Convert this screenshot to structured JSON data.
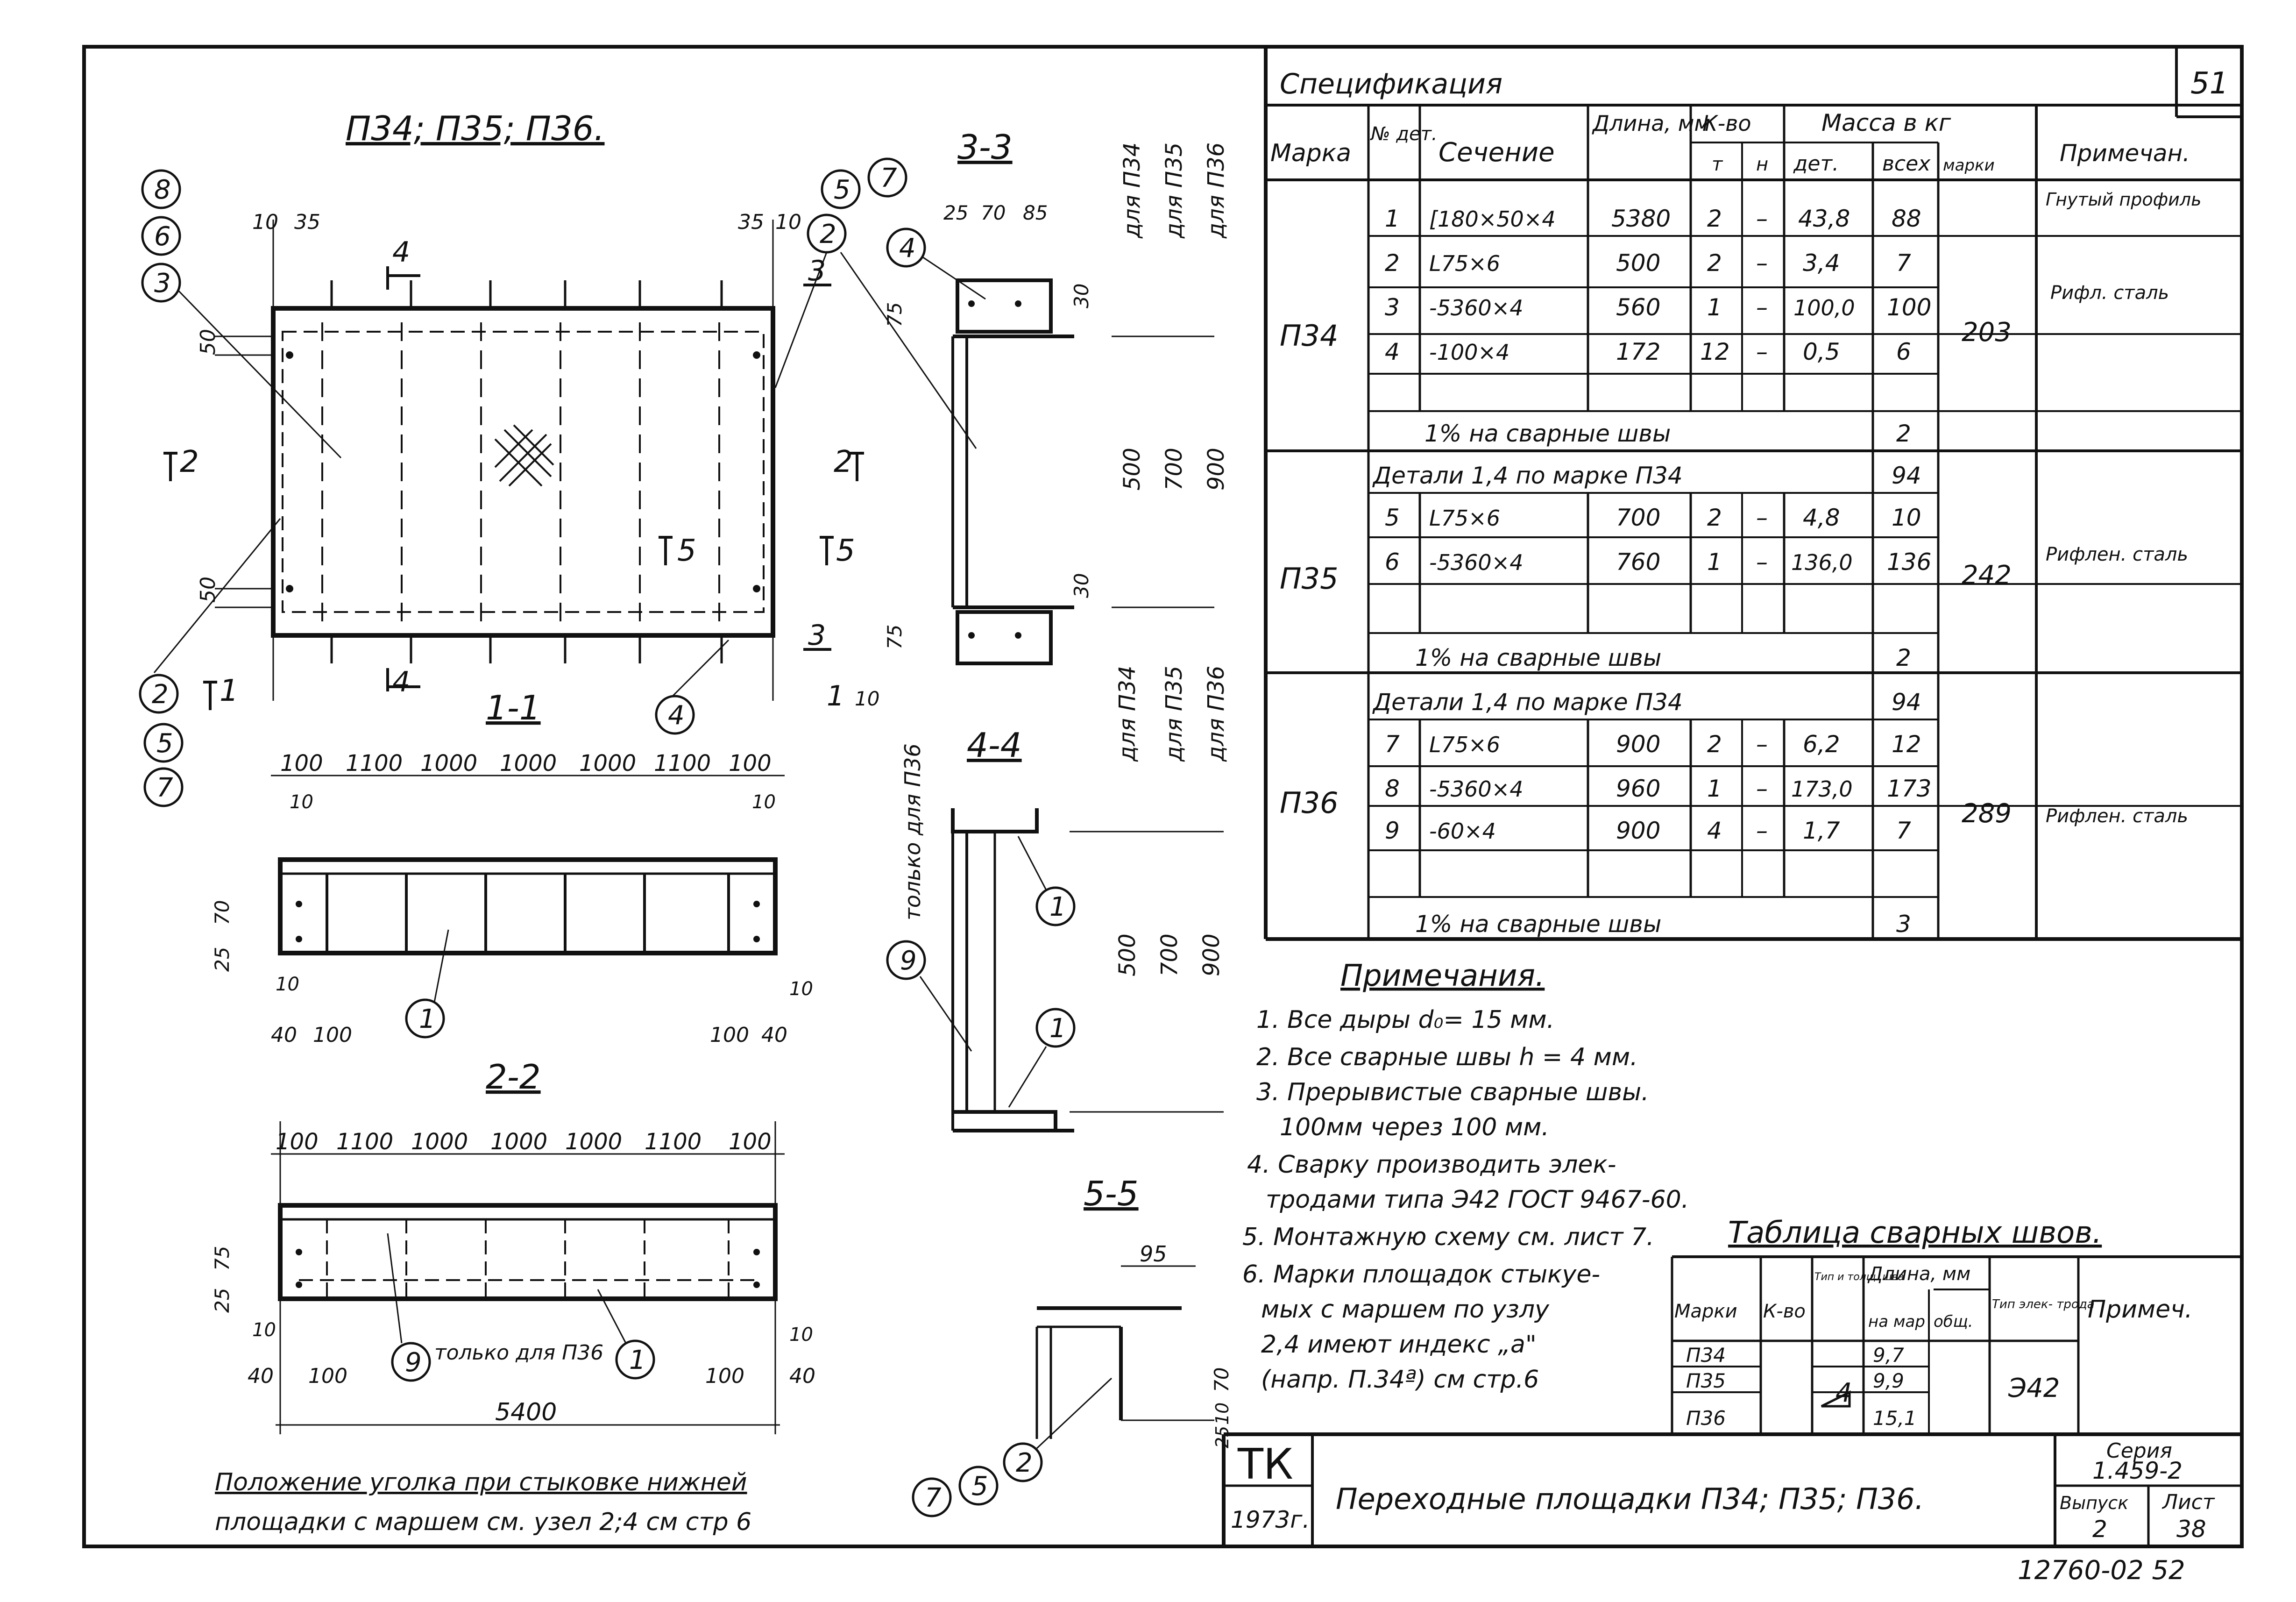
{
  "page_number": "51",
  "footer_code": "12760-02 52",
  "drawing": {
    "title": "П34; П35; П36.",
    "sec33": "3-3",
    "sec11": "1-1",
    "sec22": "2-2",
    "sec44": "4-4",
    "sec55": "5-5",
    "sec_marks": {
      "m2": "2",
      "m5": "5",
      "m1": "1",
      "m3": "3",
      "m4": "4"
    },
    "callouts": {
      "c1": "1",
      "c2": "2",
      "c3": "3",
      "c4": "4",
      "c5": "5",
      "c6": "6",
      "c7": "7",
      "c8": "8",
      "c9": "9"
    },
    "dims_plan": {
      "d10": "10",
      "d35": "35",
      "d50": "50"
    },
    "dims_33": {
      "d25": "25",
      "d70": "70",
      "d85": "85",
      "d30": "30",
      "d75": "75",
      "d500": "500",
      "d700": "700",
      "d900": "900",
      "d10": "10"
    },
    "dims_11": [
      "100",
      "1100",
      "1000",
      "1000",
      "1000",
      "1100",
      "100"
    ],
    "dims_11_other": {
      "d10": "10",
      "d25": "25",
      "d70": "70",
      "d40": "40",
      "d100": "100"
    },
    "dims_22": [
      "100",
      "1100",
      "1000",
      "1000",
      "1000",
      "1100",
      "100"
    ],
    "dims_22_other": {
      "d25": "25",
      "d75": "75",
      "d10": "10",
      "d40": "40",
      "d100": "100",
      "total": "5400"
    },
    "for_p34": "для П34",
    "for_p35": "для П35",
    "for_p36": "для П36",
    "only_p36": "только для П36",
    "dims_55": {
      "d95": "95",
      "d70": "70",
      "d10": "10",
      "d25": "25"
    },
    "note_bottom_1": "Положение уголка при стыковке нижней",
    "note_bottom_2": "площадки с маршем см. узел 2;4 см стр 6"
  },
  "spec": {
    "title": "Спецификация",
    "headers": {
      "mark": "Марка",
      "det_no": "№ дет.",
      "section": "Сечение",
      "length": "Длина, мм",
      "qty": "К-во",
      "qty_t": "т",
      "qty_n": "н",
      "mass": "Масса в кг",
      "mass_det": "дет.",
      "mass_all": "всех",
      "mass_mark": "марки",
      "note": "Примечан."
    },
    "groups": [
      {
        "mark": "П34",
        "mark_mass": "203",
        "rows": [
          {
            "det": "1",
            "section": "[180×50×4",
            "length": "5380",
            "t": "2",
            "n": "–",
            "m_det": "43,8",
            "m_all": "88",
            "note": "Гнутый профиль"
          },
          {
            "det": "2",
            "section": "L75×6",
            "length": "500",
            "t": "2",
            "n": "–",
            "m_det": "3,4",
            "m_all": "7",
            "note": ""
          },
          {
            "det": "3",
            "section": "-5360×4",
            "length": "560",
            "t": "1",
            "n": "–",
            "m_det": "100,0",
            "m_all": "100",
            "note": "Рифл. сталь"
          },
          {
            "det": "4",
            "section": "-100×4",
            "length": "172",
            "t": "12",
            "n": "–",
            "m_det": "0,5",
            "m_all": "6",
            "note": ""
          }
        ],
        "welds": "1% на сварные швы",
        "welds_mass": "2"
      },
      {
        "mark": "П35",
        "mark_mass": "242",
        "header_row": "Детали 1,4 по марке П34",
        "header_mass": "94",
        "rows": [
          {
            "det": "5",
            "section": "L75×6",
            "length": "700",
            "t": "2",
            "n": "–",
            "m_det": "4,8",
            "m_all": "10",
            "note": ""
          },
          {
            "det": "6",
            "section": "-5360×4",
            "length": "760",
            "t": "1",
            "n": "–",
            "m_det": "136,0",
            "m_all": "136",
            "note": "Рифлен. сталь"
          }
        ],
        "welds": "1% на сварные швы",
        "welds_mass": "2"
      },
      {
        "mark": "П36",
        "mark_mass": "289",
        "header_row": "Детали 1,4 по марке П34",
        "header_mass": "94",
        "rows": [
          {
            "det": "7",
            "section": "L75×6",
            "length": "900",
            "t": "2",
            "n": "–",
            "m_det": "6,2",
            "m_all": "12",
            "note": ""
          },
          {
            "det": "8",
            "section": "-5360×4",
            "length": "960",
            "t": "1",
            "n": "–",
            "m_det": "173,0",
            "m_all": "173",
            "note": "Рифлен. сталь"
          },
          {
            "det": "9",
            "section": "-60×4",
            "length": "900",
            "t": "4",
            "n": "–",
            "m_det": "1,7",
            "m_all": "7",
            "note": ""
          }
        ],
        "welds": "1% на сварные швы",
        "welds_mass": "3"
      }
    ]
  },
  "notes": {
    "title": "Примечания.",
    "items": [
      "1. Все дыры d₀= 15 мм.",
      "2. Все сварные швы h = 4 мм.",
      "3. Прерывистые сварные швы.",
      "100мм через 100 мм.",
      "4. Сварку производить элек-",
      "тродами типа Э42 ГОСТ 9467-60.",
      "5. Монтажную схему см. лист 7.",
      "6. Марки площадок стыкуе-",
      "мых с маршем по узлу",
      "2,4 имеют индекс „а\"",
      "(напр. П.34ª) см стр.6"
    ]
  },
  "weld_table": {
    "title": "Таблица сварных швов.",
    "headers": {
      "mark": "Марки",
      "qty": "К-во",
      "type": "Тип и толщ. шва",
      "length": "Длина, мм",
      "len_one": "на мар",
      "len_total": "общ.",
      "electrode": "Тип элек- трода",
      "note": "Примеч."
    },
    "rows": [
      {
        "mark": "П34",
        "len": "9,7"
      },
      {
        "mark": "П35",
        "len": "9,9"
      },
      {
        "mark": "П36",
        "len": "15,1"
      }
    ],
    "weld_type": "4",
    "electrode": "Э42"
  },
  "title_block": {
    "org": "ТК",
    "year": "1973г.",
    "name": "Переходные площадки П34; П35; П36.",
    "series_label": "Серия",
    "series": "1.459-2",
    "issue_label": "Выпуск",
    "issue": "2",
    "sheet_label": "Лист",
    "sheet": "38"
  }
}
